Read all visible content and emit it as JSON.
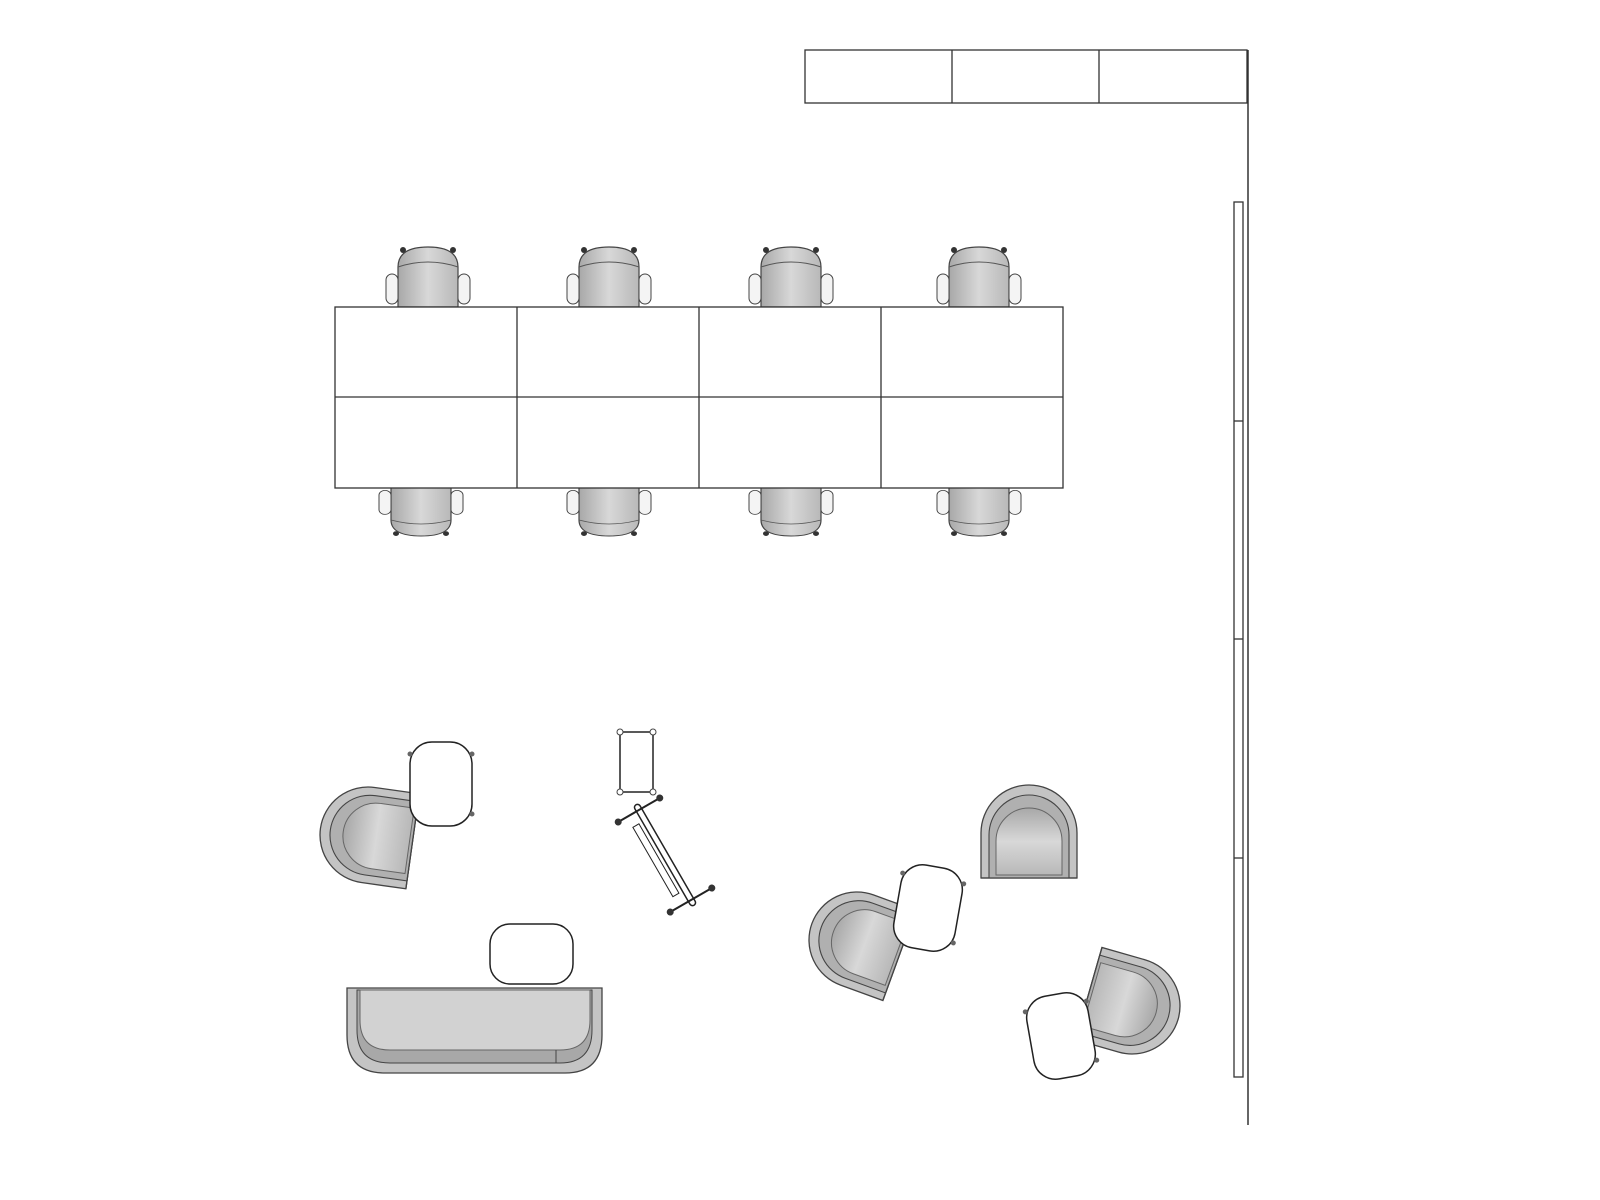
{
  "colors": {
    "line": "#333333",
    "upholstery": "#c8c8c8",
    "upholstery_dark": "#9a9a9a",
    "background": "#ffffff"
  },
  "plan": {
    "table_modules": 8,
    "task_chairs": 8,
    "lounge_chairs": 4,
    "side_tables": 4,
    "sofas": 1
  }
}
